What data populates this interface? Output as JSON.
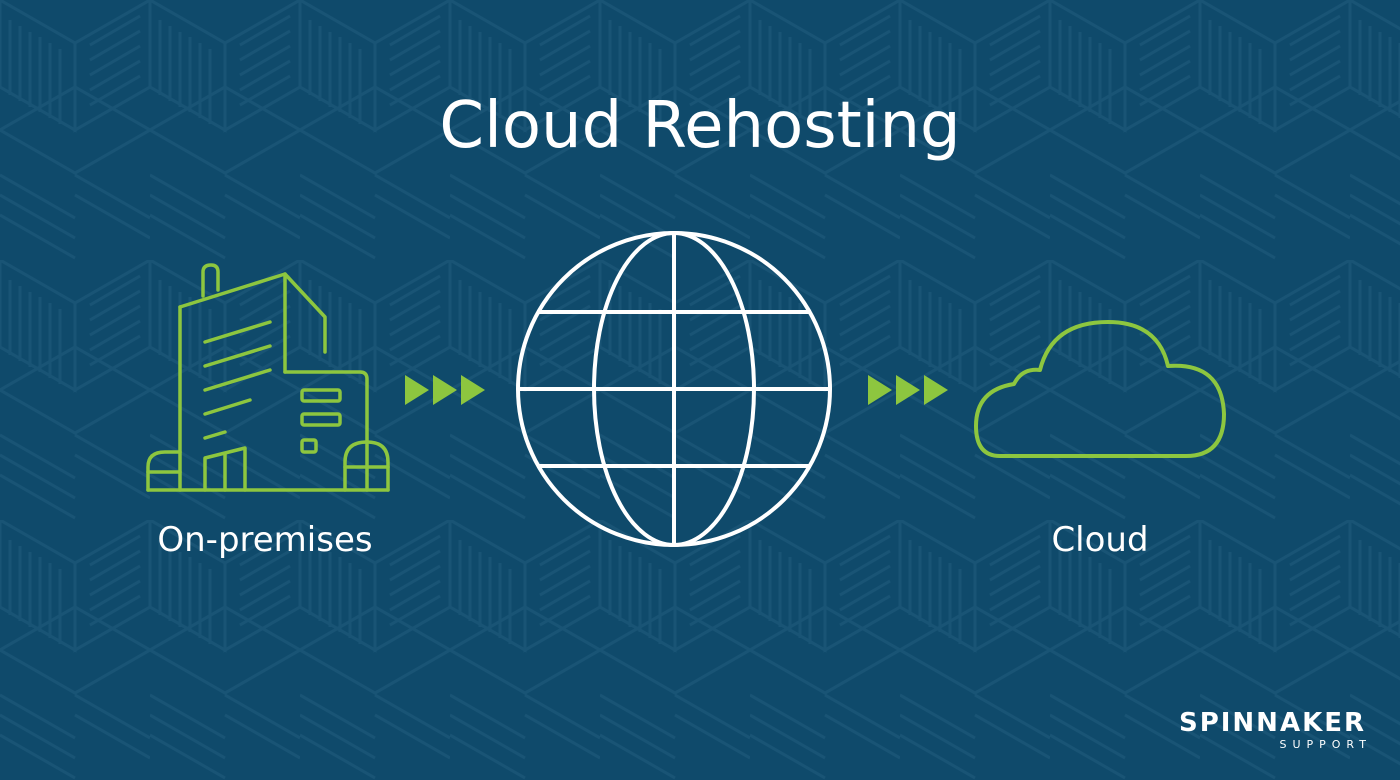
{
  "title": "Cloud Rehosting",
  "nodes": [
    {
      "label": "On-premises",
      "icon": "office-building-icon"
    },
    {
      "label": "",
      "icon": "globe-icon"
    },
    {
      "label": "Cloud",
      "icon": "cloud-icon"
    }
  ],
  "connectors": [
    {
      "icon": "triple-arrow-icon"
    },
    {
      "icon": "triple-arrow-icon"
    }
  ],
  "brand": {
    "name": "SPINNAKER",
    "sub": "SUPPORT"
  },
  "colors": {
    "background": "#0f4a6b",
    "accent": "#8dc63f",
    "line": "#ffffff"
  }
}
